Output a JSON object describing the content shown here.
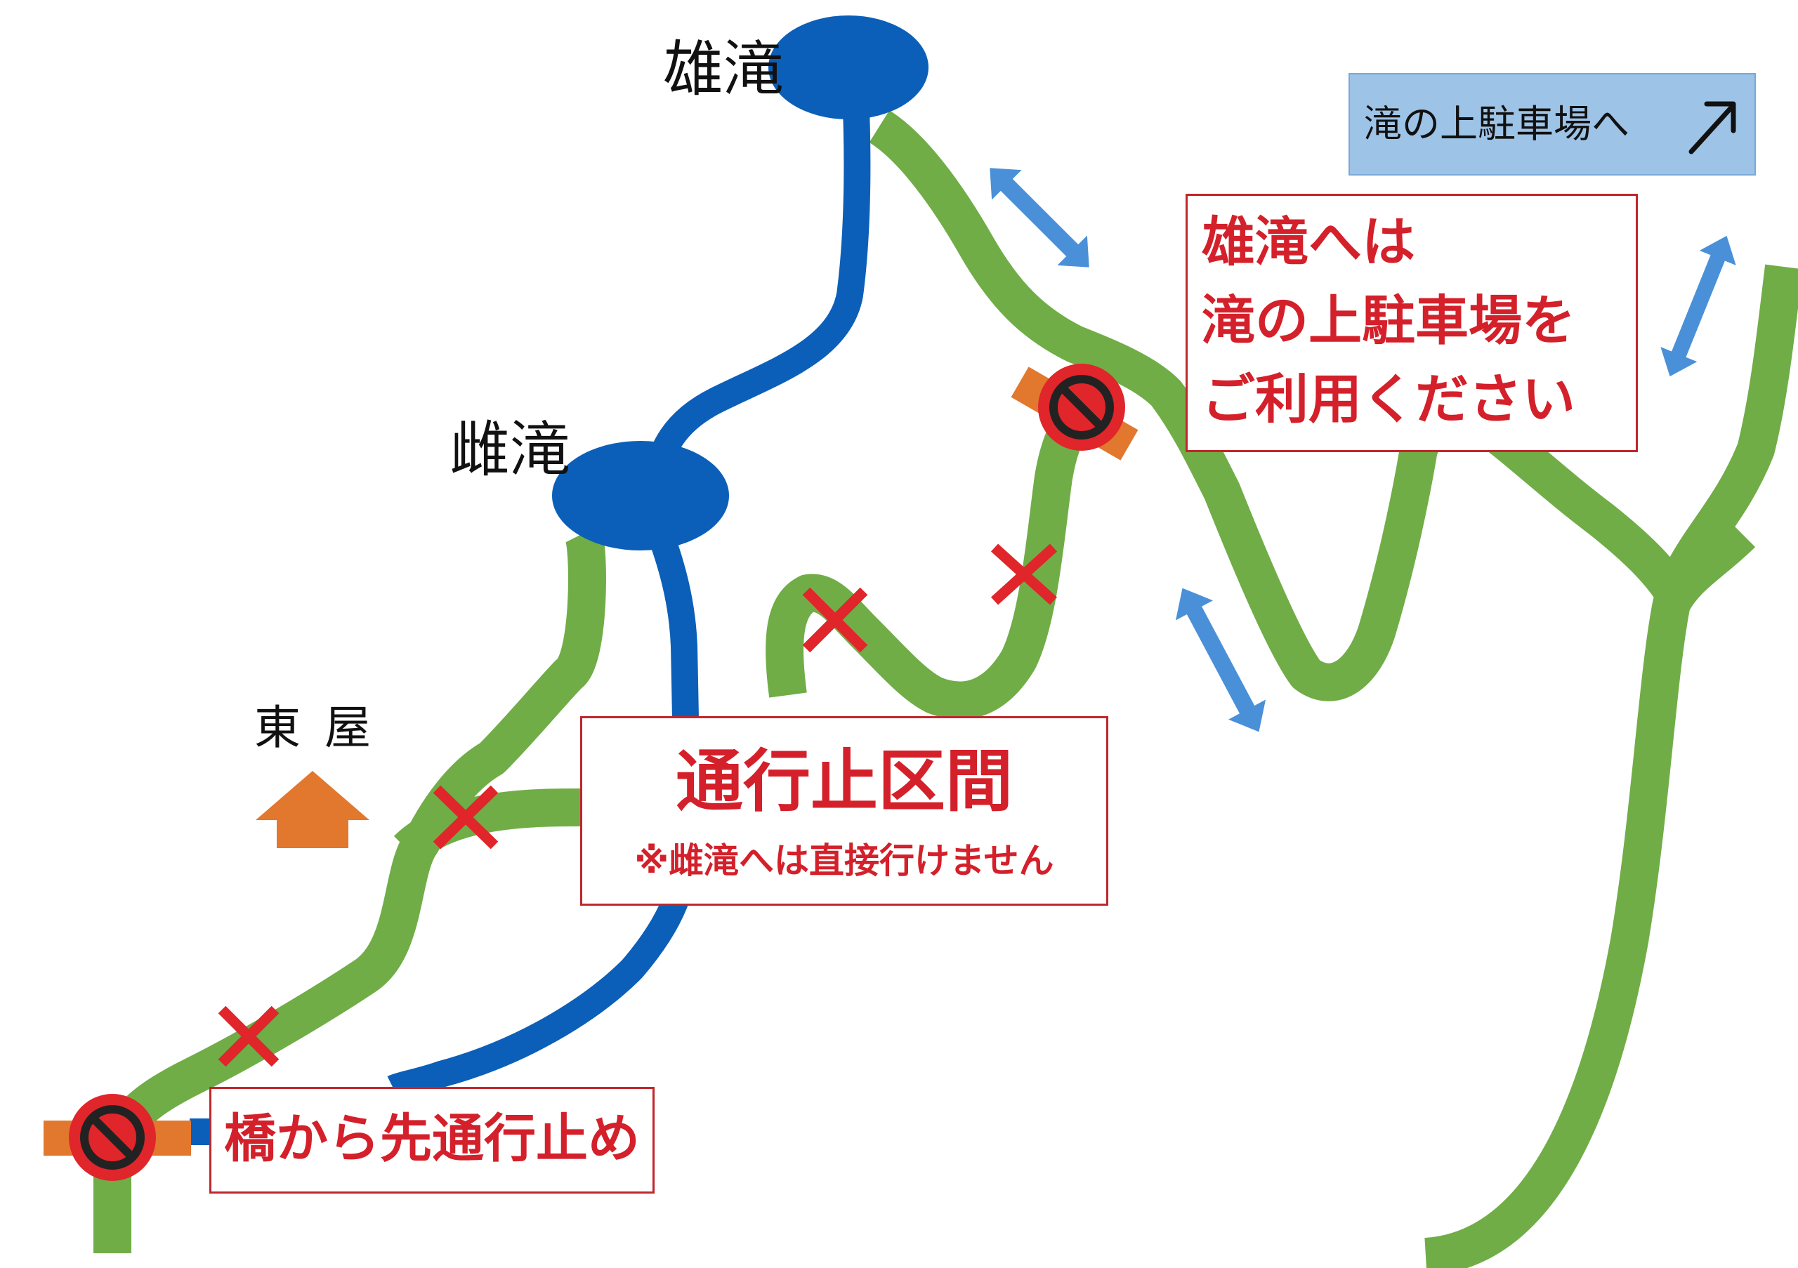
{
  "labels": {
    "odaki": "雄滝",
    "medaki": "雌滝",
    "azumaya": "東屋"
  },
  "closed_section": {
    "title": "通行止区間",
    "note": "※雌滝へは直接行けません"
  },
  "bridge_notice": "橋から先通行止め",
  "upper_notice": {
    "line1": "雄滝へは",
    "line2": "滝の上駐車場を",
    "line3": "ご利用ください"
  },
  "parking_sign": {
    "text": "滝の上駐車場へ",
    "arrow": "arrow-up-right-icon"
  },
  "colors": {
    "trail": "#70ad47",
    "river": "#0b5fb8",
    "closed_marker": "#e0252b",
    "bridge_marker": "#e2772e",
    "azumaya_arrow": "#e2772e",
    "route_arrow": "#4a90d9",
    "sign_background": "#9dc3e6"
  }
}
